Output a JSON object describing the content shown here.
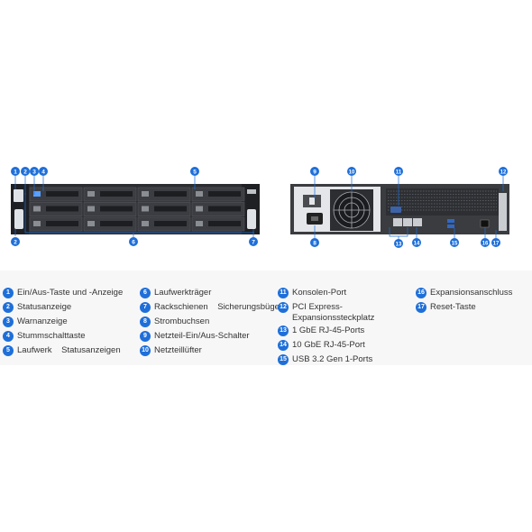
{
  "colors": {
    "accent": "#1e6fd9",
    "chassis_front": "#2b2d31",
    "chassis_rear": "#3a3c40",
    "text": "#333333"
  },
  "callouts_front_top": [
    "1",
    "2",
    "3",
    "4",
    "5"
  ],
  "callouts_front_bottom": [
    "2",
    "6",
    "7"
  ],
  "callouts_rear_top": [
    "9",
    "10",
    "11",
    "12"
  ],
  "callouts_rear_bottom": [
    "8",
    "13",
    "14",
    "15",
    "16",
    "17"
  ],
  "legend": [
    {
      "num": "1",
      "label": "Ein/Aus-Taste und -Anzeige"
    },
    {
      "num": "2",
      "label": "Statusanzeige"
    },
    {
      "num": "3",
      "label": "Warnanzeige"
    },
    {
      "num": "4",
      "label": "Stummschalttaste"
    },
    {
      "num": "5",
      "label": "Laufwerk    Statusanzeigen"
    },
    {
      "num": "6",
      "label": "Laufwerkträger"
    },
    {
      "num": "7",
      "label": "Rackschienen    Sicherungsbügel"
    },
    {
      "num": "8",
      "label": "Strombuchsen"
    },
    {
      "num": "9",
      "label": "Netzteil-Ein/Aus-Schalter"
    },
    {
      "num": "10",
      "label": "Netzteillüfter"
    },
    {
      "num": "11",
      "label": "Konsolen-Port"
    },
    {
      "num": "12",
      "label": "PCI Express-\nExpansionssteckplatz"
    },
    {
      "num": "13",
      "label": "1 GbE RJ-45-Ports"
    },
    {
      "num": "14",
      "label": "10 GbE RJ-45-Port"
    },
    {
      "num": "15",
      "label": "USB 3.2 Gen 1-Ports"
    },
    {
      "num": "16",
      "label": "Expansionsanschluss"
    },
    {
      "num": "17",
      "label": "Reset-Taste"
    }
  ]
}
